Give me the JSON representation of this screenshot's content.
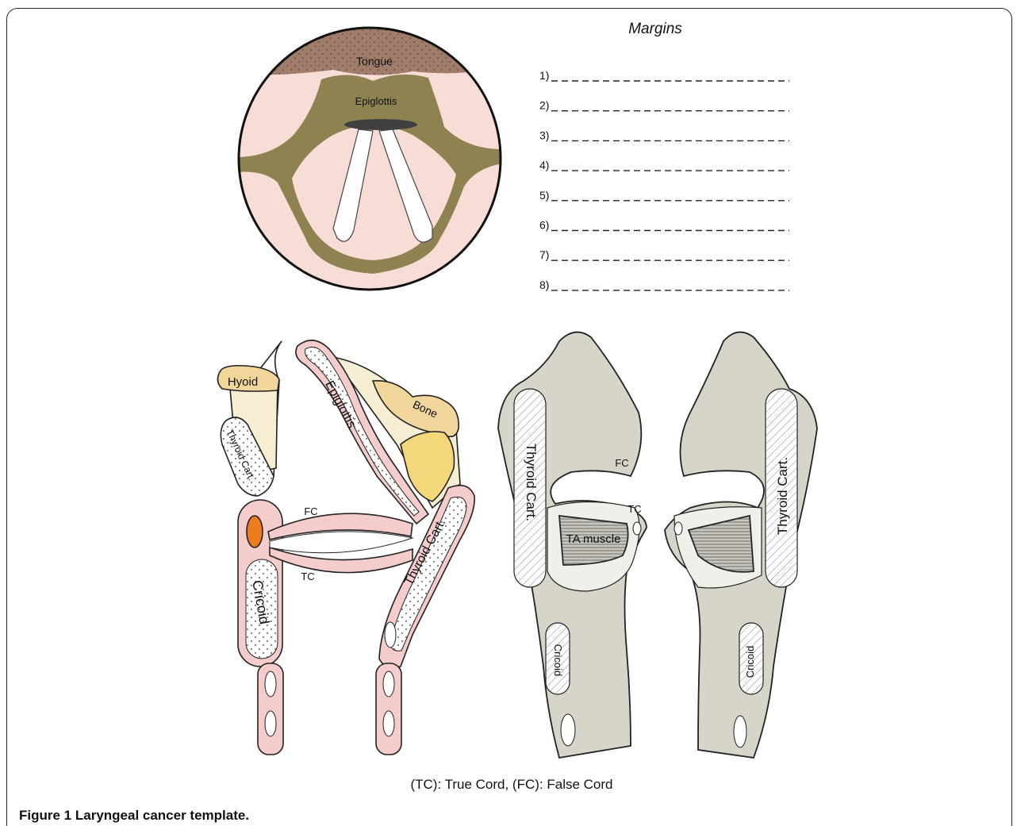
{
  "margins": {
    "title": "Margins",
    "lines": [
      "1)",
      "2)",
      "3)",
      "4)",
      "5)",
      "6)",
      "7)",
      "8)"
    ]
  },
  "endoscopic_view": {
    "labels": {
      "tongue": "Tongue",
      "epiglottis": "Epiglottis"
    }
  },
  "sagittal_view": {
    "labels": {
      "hyoid": "Hyoid",
      "thyroid_cart_left": "Thyroid Cart.",
      "epiglottis": "Epiglottis",
      "bone": "Bone",
      "fc": "FC",
      "tc": "TC",
      "thyroid_cart_right": "Thyroid Cart.",
      "cricoid": "Cricoid"
    }
  },
  "coronal_view": {
    "labels": {
      "thyroid_cart_left": "Thyroid Cart.",
      "fc": "FC",
      "tc": "TC",
      "ta_muscle": "TA muscle",
      "cricoid_left": "Cricoid",
      "thyroid_cart_right": "Thyroid Cart.",
      "cricoid_right": "Cricoid"
    }
  },
  "legend": "(TC): True Cord, (FC): False Cord",
  "caption": {
    "label": "Figure 1",
    "text": "Laryngeal cancer template."
  },
  "colors": {
    "mucosa_pink": "#f8dcd6",
    "olive": "#8e8250",
    "tongue_brown": "#a07d6a",
    "cartilage_pink": "#f4cccc",
    "bone_tan": "#f0d69a",
    "tissue_cream": "#f6eed2",
    "yellow": "#f4d77a",
    "orange": "#ec7d1e",
    "gray": "#d7d4c9"
  }
}
